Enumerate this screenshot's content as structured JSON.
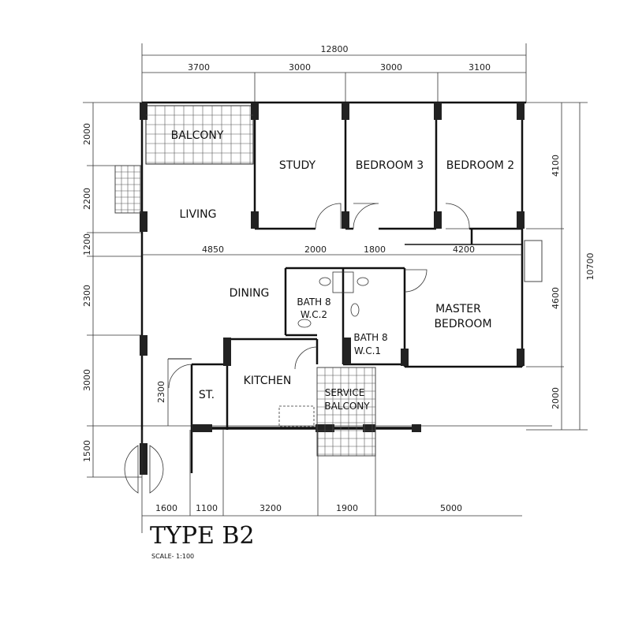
{
  "title": "TYPE B2",
  "scale": "SCALE- 1:100",
  "dimensions": {
    "top_total": "12800",
    "top": [
      "3700",
      "3000",
      "3000",
      "3100"
    ],
    "left": [
      "2000",
      "2200",
      "1200",
      "2300",
      "3000",
      "1500"
    ],
    "right": [
      "4100",
      "4600",
      "2000"
    ],
    "right_total": "10700",
    "inner_row": [
      "4850",
      "2000",
      "1800",
      "4200"
    ],
    "inner_store": "2300",
    "bottom": [
      "1600",
      "1100",
      "3200",
      "1900",
      "5000"
    ]
  },
  "rooms": {
    "balcony": "BALCONY",
    "study": "STUDY",
    "bedroom3": "BEDROOM 3",
    "bedroom2": "BEDROOM 2",
    "living": "LIVING",
    "dining": "DINING",
    "bath2_a": "BATH 8",
    "bath2_b": "W.C.2",
    "bath1_a": "BATH 8",
    "bath1_b": "W.C.1",
    "master_a": "MASTER",
    "master_b": "BEDROOM",
    "kitchen": "KITCHEN",
    "store": "ST.",
    "service_a": "SERVICE",
    "service_b": "BALCONY"
  }
}
